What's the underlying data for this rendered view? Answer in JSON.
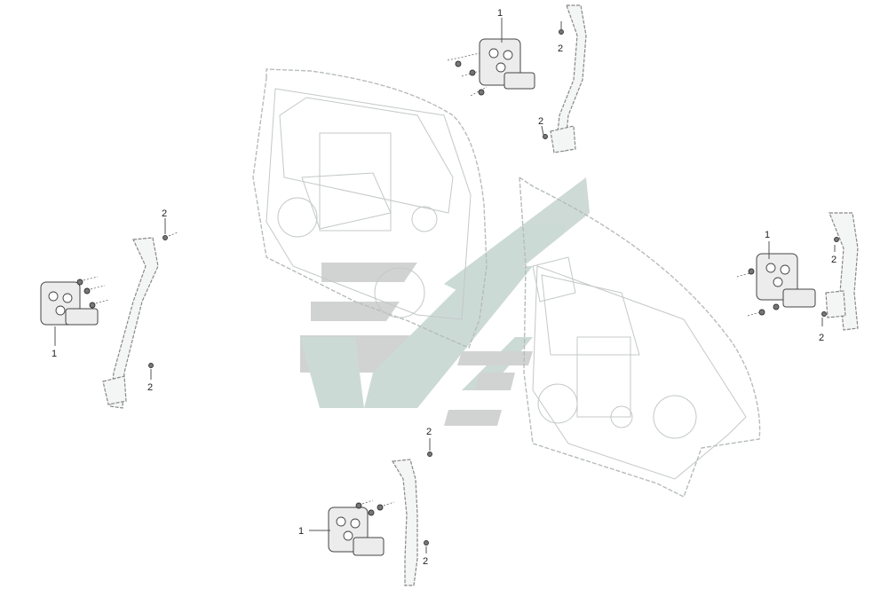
{
  "callouts": {
    "motor_top": "1",
    "motor_left": "1",
    "motor_right": "1",
    "motor_bottom": "1",
    "bolt_top_a": "2",
    "bolt_top_b": "2",
    "bolt_left_a": "2",
    "bolt_left_b": "2",
    "bolt_right_a": "2",
    "bolt_right_b": "2",
    "bolt_bottom_a": "2",
    "bolt_bottom_b": "2"
  },
  "watermark": {
    "color_gray": "#c7cac9",
    "color_green": "#b9cfc9"
  },
  "colors": {
    "line": "#555555",
    "panel": "#b8bcbc"
  }
}
